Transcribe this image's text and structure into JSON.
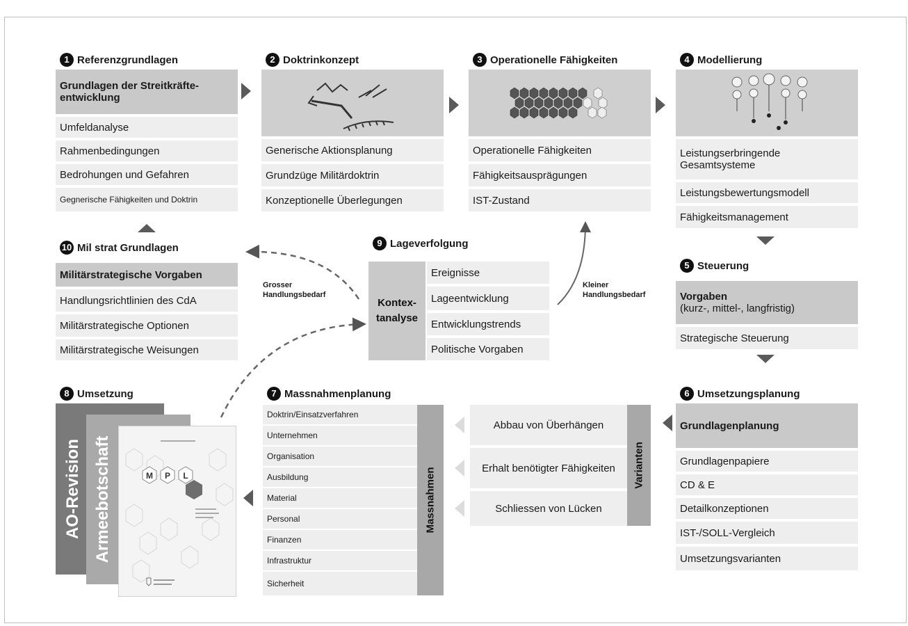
{
  "sections": {
    "s1": {
      "num": "1",
      "title": "Referenzgrundlagen",
      "items": [
        "Grundlagen der Streitkräfte-entwicklung",
        "Umfeldanalyse",
        "Rahmenbedingungen",
        "Bedrohungen und Gefahren",
        "Gegnerische Fähigkeiten und Doktrin"
      ]
    },
    "s2": {
      "num": "2",
      "title": "Doktrinkonzept",
      "items": [
        "Generische Aktionsplanung",
        "Grundzüge Militärdoktrin",
        "Konzeptionelle Überlegungen"
      ]
    },
    "s3": {
      "num": "3",
      "title": "Operationelle Fähigkeiten",
      "items": [
        "Operationelle Fähigkeiten",
        "Fähigkeitsausprägungen",
        "IST-Zustand"
      ]
    },
    "s4": {
      "num": "4",
      "title": "Modellierung",
      "items": [
        "Leistungserbringende Gesamtsysteme",
        "Leistungsbewertungsmodell",
        "Fähigkeitsmanagement"
      ]
    },
    "s5": {
      "num": "5",
      "title": "Steuerung",
      "items": [
        "Vorgaben",
        "(kurz-, mittel-, langfristig)",
        "Strategische Steuerung"
      ]
    },
    "s6": {
      "num": "6",
      "title": "Umsetzungsplanung",
      "items": [
        "Grundlagenplanung",
        "Grundlagenpapiere",
        "CD & E",
        "Detailkonzeptionen",
        "IST-/SOLL-Vergleich",
        "Umsetzungsvarianten"
      ]
    },
    "s7": {
      "num": "7",
      "title": "Massnahmenplanung",
      "items": [
        "Doktrin/Einsatzverfahren",
        "Unternehmen",
        "Organisation",
        "Ausbildung",
        "Material",
        "Personal",
        "Finanzen",
        "Infrastruktur",
        "Sicherheit"
      ],
      "side": "Massnahmen"
    },
    "s8": {
      "num": "8",
      "title": "Umsetzung",
      "docs": [
        "AO-Revision",
        "Armeebotschaft"
      ],
      "cover_letters": [
        "M",
        "P",
        "L"
      ]
    },
    "s9": {
      "num": "9",
      "title": "Lageverfolgung",
      "side": "Kontex-tanalyse",
      "items": [
        "Ereignisse",
        "Lageentwicklung",
        "Entwicklungstrends",
        "Politische Vorgaben"
      ]
    },
    "s10": {
      "num": "10",
      "title": "Mil strat Grundlagen",
      "items": [
        "Militärstrategische Vorgaben",
        "Handlungsrichtlinien des CdA",
        "Militärstrategische Optionen",
        "Militärstrategische Weisungen"
      ]
    }
  },
  "varianten": {
    "side": "Varianten",
    "items": [
      "Abbau von Überhängen",
      "Erhalt benötigter Fähigkeiten",
      "Schliessen von Lücken"
    ]
  },
  "arrow_labels": {
    "grosser": "Grosser Handlungsbedarf",
    "kleiner": "Kleiner Handlungsbedarf"
  },
  "colors": {
    "dark_cell": "#c9c9c9",
    "light_cell": "#eeeeee",
    "arrow": "#5a5a5a",
    "side_bar": "#a8a8a8"
  }
}
